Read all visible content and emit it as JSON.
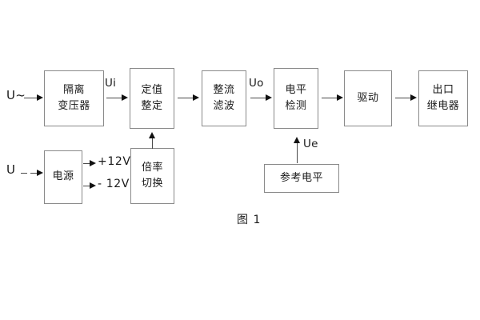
{
  "diagram": {
    "caption": "图 1",
    "inputs": {
      "ac_source_label": "U~",
      "dc_source_label": "U"
    },
    "signals": {
      "ui": "Ui",
      "uo": "Uo",
      "ue": "Ue",
      "rail_positive": "+12V",
      "rail_negative": "- 12V"
    },
    "blocks": [
      {
        "id": "isolation-transformer",
        "line1": "隔离",
        "line2": "变压器"
      },
      {
        "id": "setpoint-adjust",
        "line1": "定值",
        "line2": "整定"
      },
      {
        "id": "rectify-filter",
        "line1": "整流",
        "line2": "滤波"
      },
      {
        "id": "level-detect",
        "line1": "电平",
        "line2": "检测"
      },
      {
        "id": "drive",
        "line1": "驱动",
        "line2": ""
      },
      {
        "id": "output-relay",
        "line1": "出口",
        "line2": "继电器"
      },
      {
        "id": "power-supply",
        "line1": "电源",
        "line2": ""
      },
      {
        "id": "ratio-switch",
        "line1": "倍率",
        "line2": "切换"
      },
      {
        "id": "reference-level",
        "line1": "参考电平",
        "line2": ""
      }
    ],
    "colors": {
      "box_border": "#8a8a8a",
      "line": "#4a4a4a",
      "text": "#1a1a1a",
      "background": "#ffffff"
    }
  }
}
